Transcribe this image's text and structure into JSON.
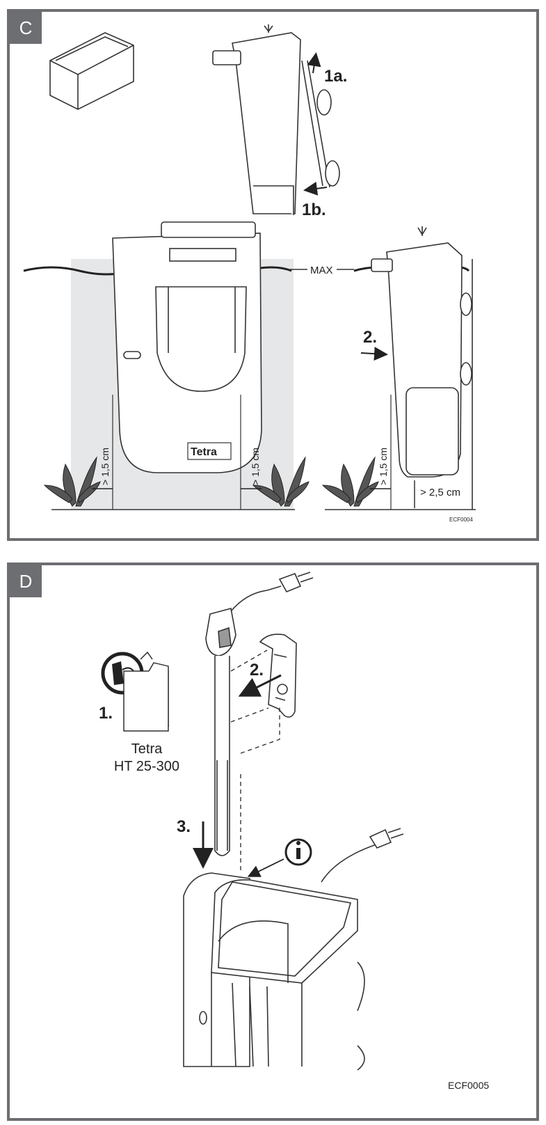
{
  "panel_c": {
    "tag": "C",
    "steps": [
      "1a.",
      "1b.",
      "2."
    ],
    "max_label": "MAX",
    "distance_side": "> 1,5 cm",
    "distance_bottom": "> 2,5 cm",
    "brand_logo": "Tetra",
    "code": "ECF0004"
  },
  "panel_d": {
    "tag": "D",
    "steps": [
      "1.",
      "2.",
      "3."
    ],
    "manual_title": "Tetra",
    "manual_model": "HT 25-300",
    "code": "ECF0005",
    "icons": [
      "read-manual-icon",
      "info-icon",
      "power-plug-icon"
    ]
  },
  "colors": {
    "frame": "#6d6e71",
    "water": "#e6e7e8",
    "line": "#333333"
  }
}
